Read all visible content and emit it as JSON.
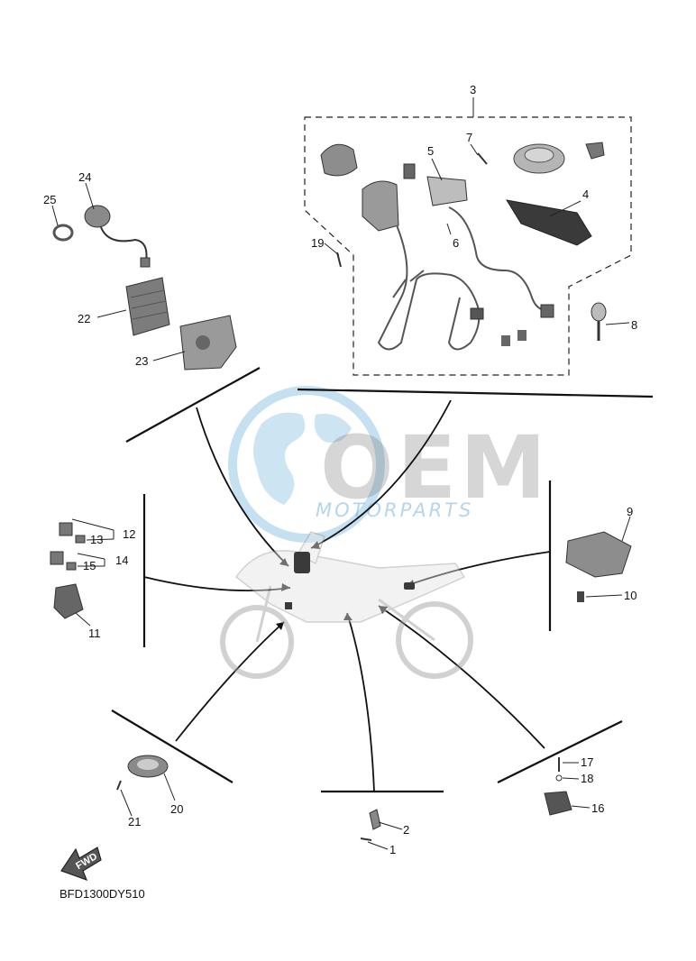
{
  "watermark": {
    "brand": "OEM",
    "subtitle": "MOTORPARTS"
  },
  "diagram_code": "BFD1300DY510",
  "direction_label": "FWD",
  "colors": {
    "line": "#111111",
    "part_fill": "#bdbdbd",
    "part_dark": "#6b6b6b",
    "watermark_blue": "#5aa6d6",
    "watermark_gray": "#6f6f6f"
  },
  "callouts": [
    "1",
    "2",
    "3",
    "4",
    "5",
    "6",
    "7",
    "8",
    "9",
    "10",
    "11",
    "12",
    "13",
    "14",
    "15",
    "16",
    "17",
    "18",
    "19",
    "20",
    "21",
    "22",
    "23",
    "24",
    "25"
  ]
}
